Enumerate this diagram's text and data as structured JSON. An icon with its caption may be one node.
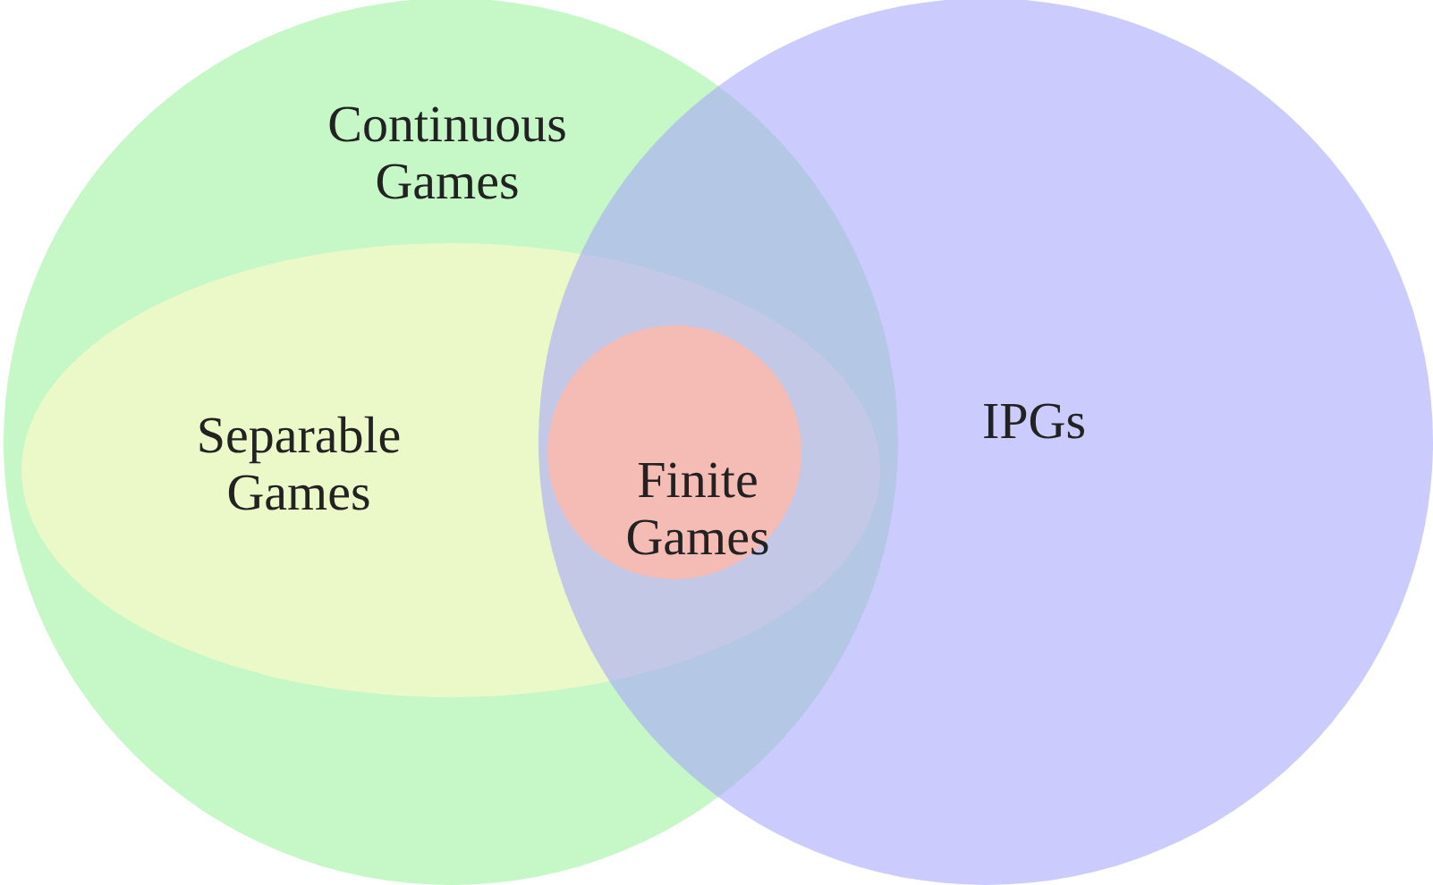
{
  "diagram": {
    "nodes": [
      {
        "text": [
          "Continuous Games"
        ]
      },
      {
        "text": [
          "IPGs"
        ]
      },
      {
        "text": [
          "Separable Games"
        ],
        "in": 0
      },
      {
        "text": [
          "Finite Games"
        ]
      }
    ]
  }
}
